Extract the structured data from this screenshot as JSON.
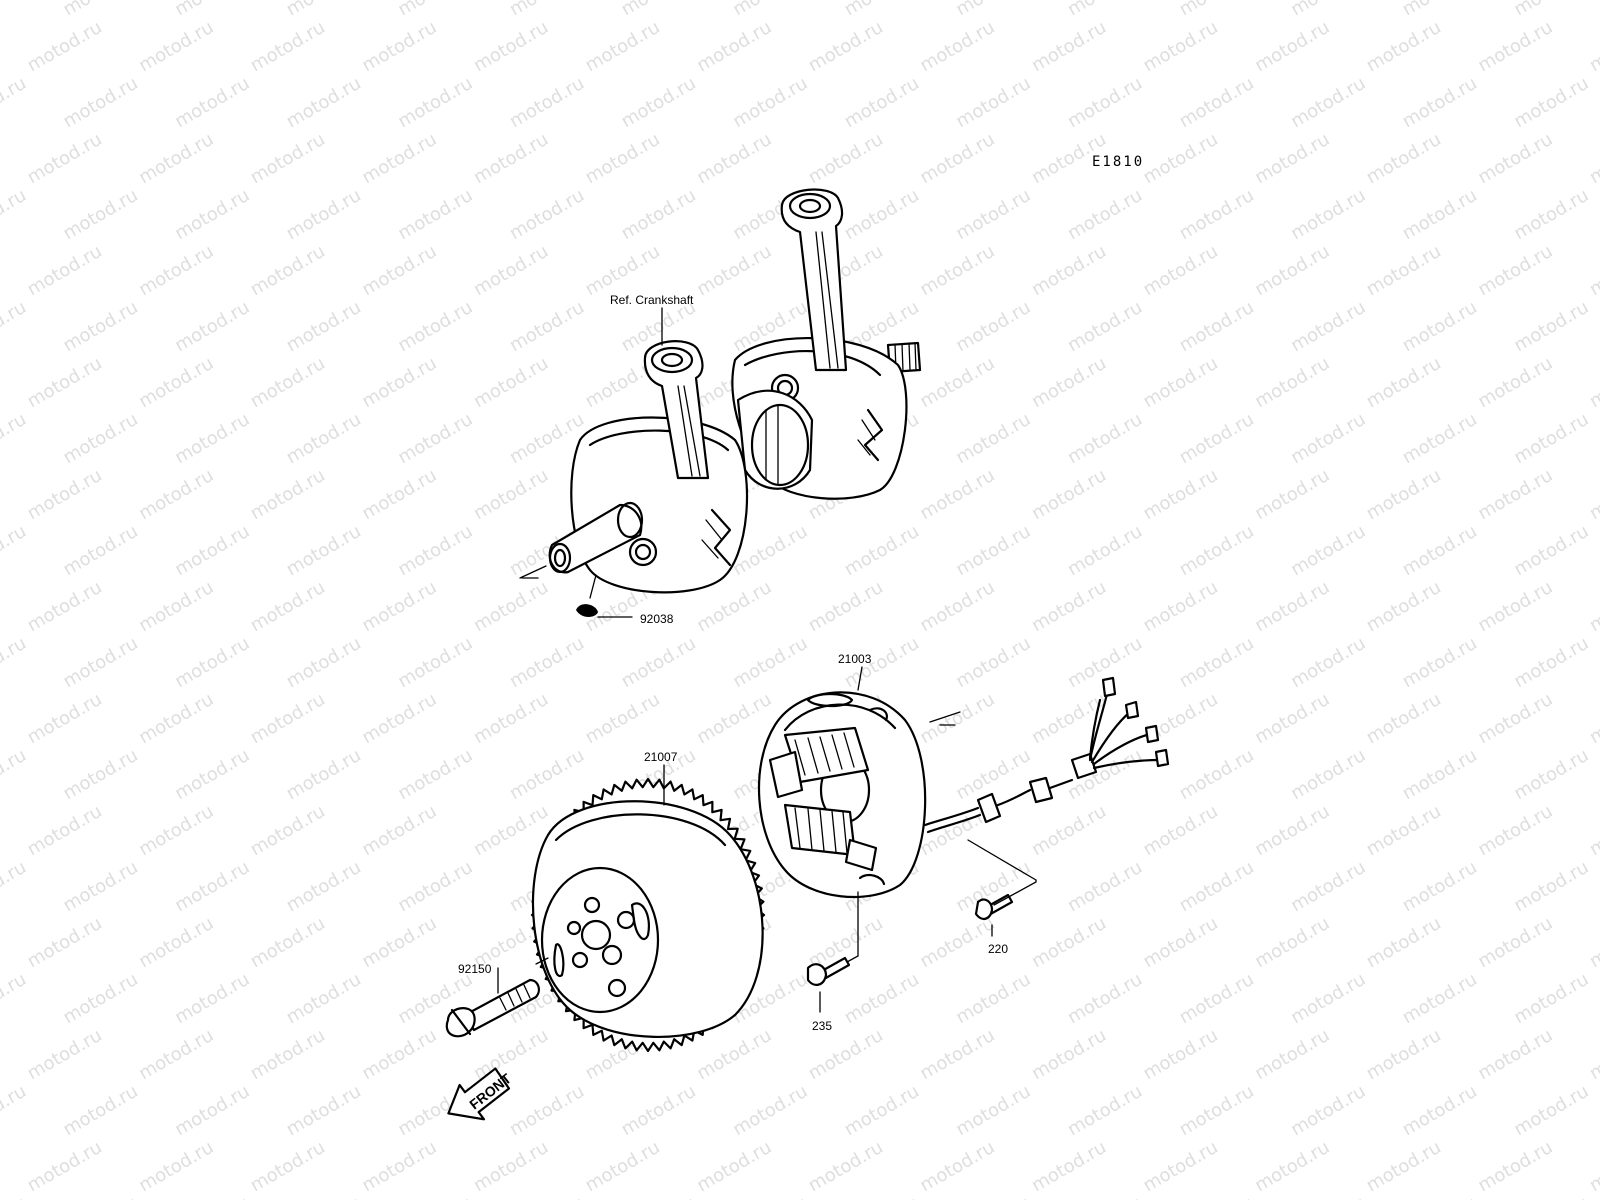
{
  "diagram": {
    "code": "E1810",
    "watermark_text": "motod.ru",
    "front_label": "FRONT",
    "callouts": [
      {
        "id": "ref-crankshaft",
        "text": "Ref. Crankshaft"
      },
      {
        "id": "92038",
        "text": "92038"
      },
      {
        "id": "21003",
        "text": "21003"
      },
      {
        "id": "21007",
        "text": "21007"
      },
      {
        "id": "92150",
        "text": "92150"
      },
      {
        "id": "220",
        "text": "220"
      },
      {
        "id": "235",
        "text": "235"
      }
    ]
  }
}
